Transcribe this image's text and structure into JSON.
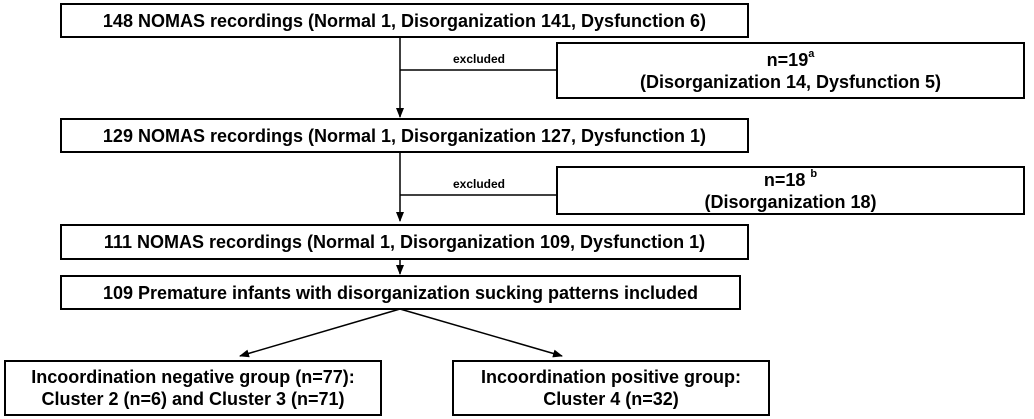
{
  "flow": {
    "step1": "148 NOMAS recordings (Normal 1, Disorganization 141, Dysfunction 6)",
    "step2": "129 NOMAS recordings (Normal 1, Disorganization 127, Dysfunction 1)",
    "step3": "111 NOMAS recordings (Normal 1, Disorganization 109, Dysfunction 1)",
    "step4": "109 Premature infants with disorganization sucking patterns included",
    "exclusion1": {
      "count": "n=19",
      "marker": "a",
      "detail": "(Disorganization 14, Dysfunction 5)",
      "label": "excluded"
    },
    "exclusion2": {
      "count": "n=18 ",
      "marker": "b",
      "detail": "(Disorganization 18)",
      "label": "excluded"
    },
    "group_negative": {
      "line1": "Incoordination negative group (n=77):",
      "line2": "Cluster 2 (n=6) and Cluster 3 (n=71)"
    },
    "group_positive": {
      "line1": "Incoordination positive group:",
      "line2": "Cluster 4 (n=32)"
    }
  }
}
